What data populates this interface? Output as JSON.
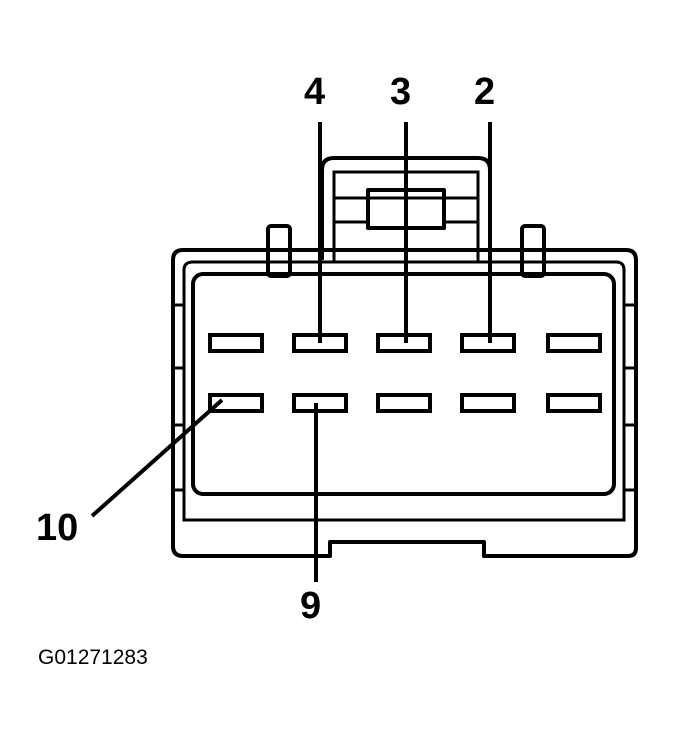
{
  "labels": {
    "pin_4": "4",
    "pin_3": "3",
    "pin_2": "2",
    "pin_10": "10",
    "pin_9": "9"
  },
  "figure_code": "G01271283"
}
